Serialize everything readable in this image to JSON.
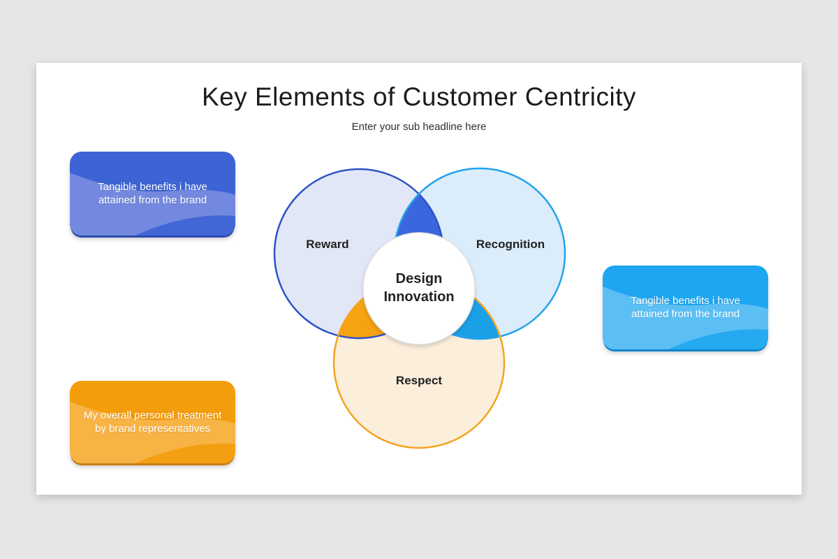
{
  "slide": {
    "title": "Key Elements of Customer Centricity",
    "subtitle": "Enter your sub headline here",
    "background_color": "#e7e6e7",
    "card_color": "#ffffff"
  },
  "venn": {
    "center_label": "Design Innovation",
    "circles": [
      {
        "label": "Reward",
        "fill": "#e2e7f7",
        "stroke": "#2d53c6"
      },
      {
        "label": "Recognition",
        "fill": "#dbedfb",
        "stroke": "#22a2eb"
      },
      {
        "label": "Respect",
        "fill": "#fbeedb",
        "stroke": "#f4a41f"
      }
    ],
    "overlaps": {
      "reward_recognition": "#3a67de",
      "reward_respect": "#f6a312",
      "recognition_respect": "#1ba0e8"
    },
    "center_circle_fill": "#ffffff",
    "center_circle_stroke": "#e2e2e2"
  },
  "callouts": [
    {
      "text": "Tangible benefits i have attained from the brand",
      "color_dark": "#3d63d4",
      "color_light": "#7389df"
    },
    {
      "text": "Tangible benefits i have attained from the brand",
      "color_dark": "#1fa6f0",
      "color_light": "#5bbff4"
    },
    {
      "text": "My overall personal treatment by brand representatives",
      "color_dark": "#f39c0c",
      "color_light": "#f8b345"
    }
  ]
}
